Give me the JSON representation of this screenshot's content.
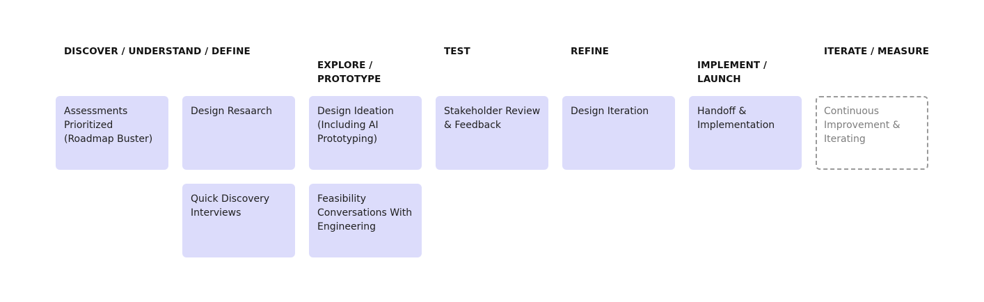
{
  "columns": [
    {
      "heading": "DISCOVER / UNDERSTAND / DEFINE"
    },
    {
      "heading": "EXPLORE /\nPROTOTYPE"
    },
    {
      "heading": "TEST"
    },
    {
      "heading": "REFINE"
    },
    {
      "heading": "IMPLEMENT /\nLAUNCH"
    },
    {
      "heading": "ITERATE / MEASURE"
    }
  ],
  "cards": [
    {
      "text": "Assessments\nPrioritized\n(Roadmap Buster)"
    },
    {
      "text": "Design Resaarch"
    },
    {
      "text": "Quick Discovery\nInterviews"
    },
    {
      "text": "Design Ideation\n(Including AI\nPrototyping)"
    },
    {
      "text": "Feasibility\nConversations With\nEngineering"
    },
    {
      "text": "Stakeholder Review\n& Feedback"
    },
    {
      "text": "Design Iteration"
    },
    {
      "text": "Handoff &\nImplementation"
    },
    {
      "text": "Continuous\nImprovement &\nIterating"
    }
  ],
  "colors": {
    "card_fill": "#dcdcfb",
    "heading_text": "#111111",
    "card_text": "#1e1e1e",
    "future_border": "#9a9a9a",
    "future_text": "#7d7d7d"
  }
}
